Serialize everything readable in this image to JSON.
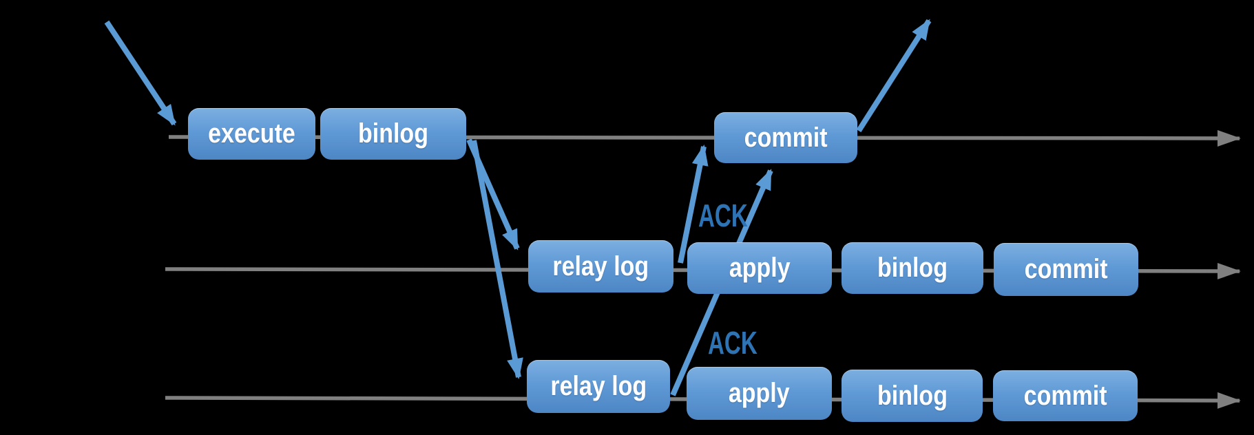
{
  "colors": {
    "background": "#000000",
    "node_gradient_top": "#7cafe1",
    "node_gradient_bottom": "#4d86c4",
    "node_text": "#ffffff",
    "timeline_gray": "#808080",
    "arrow_blue": "#5b9bd5",
    "ack_text": "#2e74b5"
  },
  "lanes": {
    "lane1": {
      "boxes": [
        "execute",
        "binlog",
        "commit"
      ]
    },
    "lane2": {
      "boxes": [
        "relay log",
        "apply",
        "binlog",
        "commit"
      ]
    },
    "lane3": {
      "boxes": [
        "relay log",
        "apply",
        "binlog",
        "commit"
      ]
    }
  },
  "annotations": {
    "ack_upper": "ACK",
    "ack_lower": "ACK"
  },
  "icons": {
    "timeline_arrowhead": "right-arrowhead",
    "incoming_arrow": "diagonal-down-arrow",
    "binlog_to_relay_arrows": "diagonal-down-arrow",
    "ack_arrows": "diagonal-up-arrow",
    "commit_out_arrow": "diagonal-up-arrow"
  }
}
